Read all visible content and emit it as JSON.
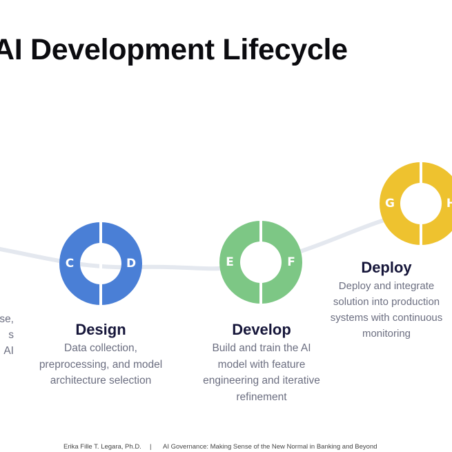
{
  "title": "AI Development Lifecycle",
  "left_fragment": [
    "se,",
    "s",
    "AI"
  ],
  "stages": [
    {
      "letters": [
        "C",
        "D"
      ],
      "title": "Design",
      "color": "#4a7fd6",
      "desc": [
        "Data collection,",
        "preprocessing, and model",
        "architecture selection"
      ]
    },
    {
      "letters": [
        "E",
        "F"
      ],
      "title": "Develop",
      "color": "#7dc785",
      "desc": [
        "Build and train the AI",
        "model with feature",
        "engineering and iterative",
        "refinement"
      ]
    },
    {
      "letters": [
        "G",
        "H"
      ],
      "title": "Deploy",
      "color": "#eec22f",
      "desc": [
        "Deploy and integrate",
        "solution into production",
        "systems with continuous",
        "monitoring"
      ]
    }
  ],
  "connector_color": "#e4e8ef",
  "footer": {
    "author": "Erika Fille T. Legara, Ph.D.",
    "separator": "|",
    "talk": "AI Governance: Making Sense of the New Normal in Banking and Beyond"
  }
}
